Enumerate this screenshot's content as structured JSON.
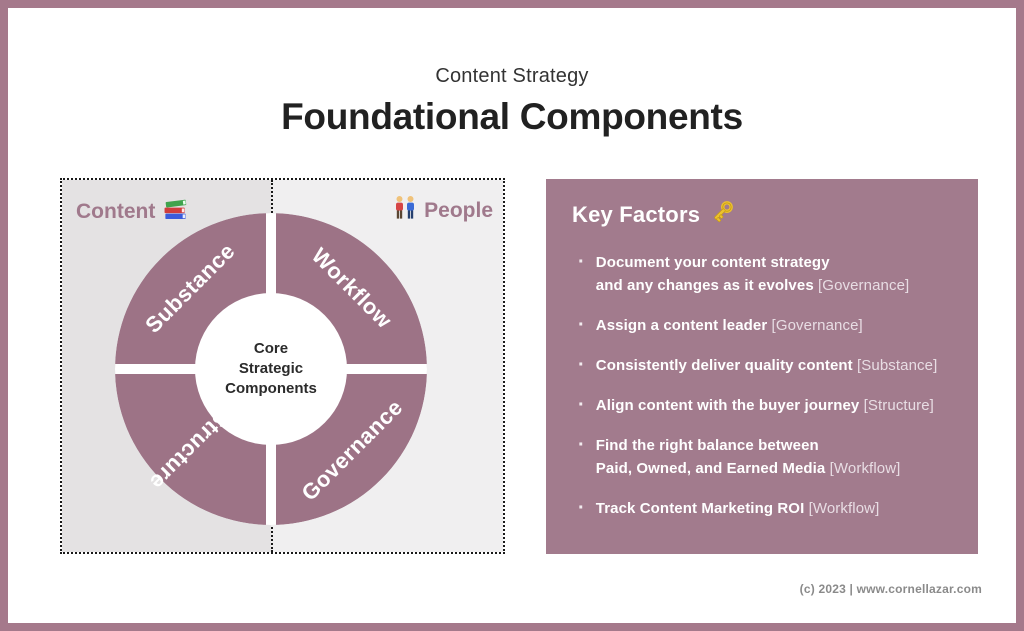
{
  "header": {
    "subtitle": "Content Strategy",
    "title": "Foundational Components"
  },
  "diagram": {
    "left_region": {
      "label": "Content",
      "icon": "books-icon"
    },
    "right_region": {
      "label": "People",
      "icon": "people-icon"
    },
    "center": {
      "lines": [
        "Core",
        "Strategic",
        "Components"
      ]
    },
    "quadrants": [
      {
        "label": "Substance",
        "region": "Content"
      },
      {
        "label": "Workflow",
        "region": "People"
      },
      {
        "label": "Structure",
        "region": "Content"
      },
      {
        "label": "Governance",
        "region": "People"
      }
    ],
    "colors": {
      "ring": "#9d7386",
      "content_half_bg": "#e4e2e3",
      "people_half_bg": "#f0eff0",
      "region_label": "#a0798c"
    }
  },
  "key_factors": {
    "title": "Key Factors",
    "icon": "key-icon",
    "panel_color": "#a27b8d",
    "bullets": [
      {
        "lines": [
          "Document your content strategy",
          "and any changes as it evolves"
        ],
        "tag": "[Governance]"
      },
      {
        "lines": [
          "Assign a content leader"
        ],
        "tag": "[Governance]"
      },
      {
        "lines": [
          "Consistently deliver quality content"
        ],
        "tag": "[Substance]"
      },
      {
        "lines": [
          "Align content with the buyer journey"
        ],
        "tag": "[Structure]"
      },
      {
        "lines": [
          "Find the right balance between",
          "Paid, Owned, and Earned Media"
        ],
        "tag": "[Workflow]"
      },
      {
        "lines": [
          "Track Content Marketing ROI"
        ],
        "tag": "[Workflow]"
      }
    ]
  },
  "footer": {
    "credit": "(c) 2023 | www.cornellazar.com"
  },
  "page": {
    "frame_color": "#a5798b",
    "background": "#ffffff"
  }
}
